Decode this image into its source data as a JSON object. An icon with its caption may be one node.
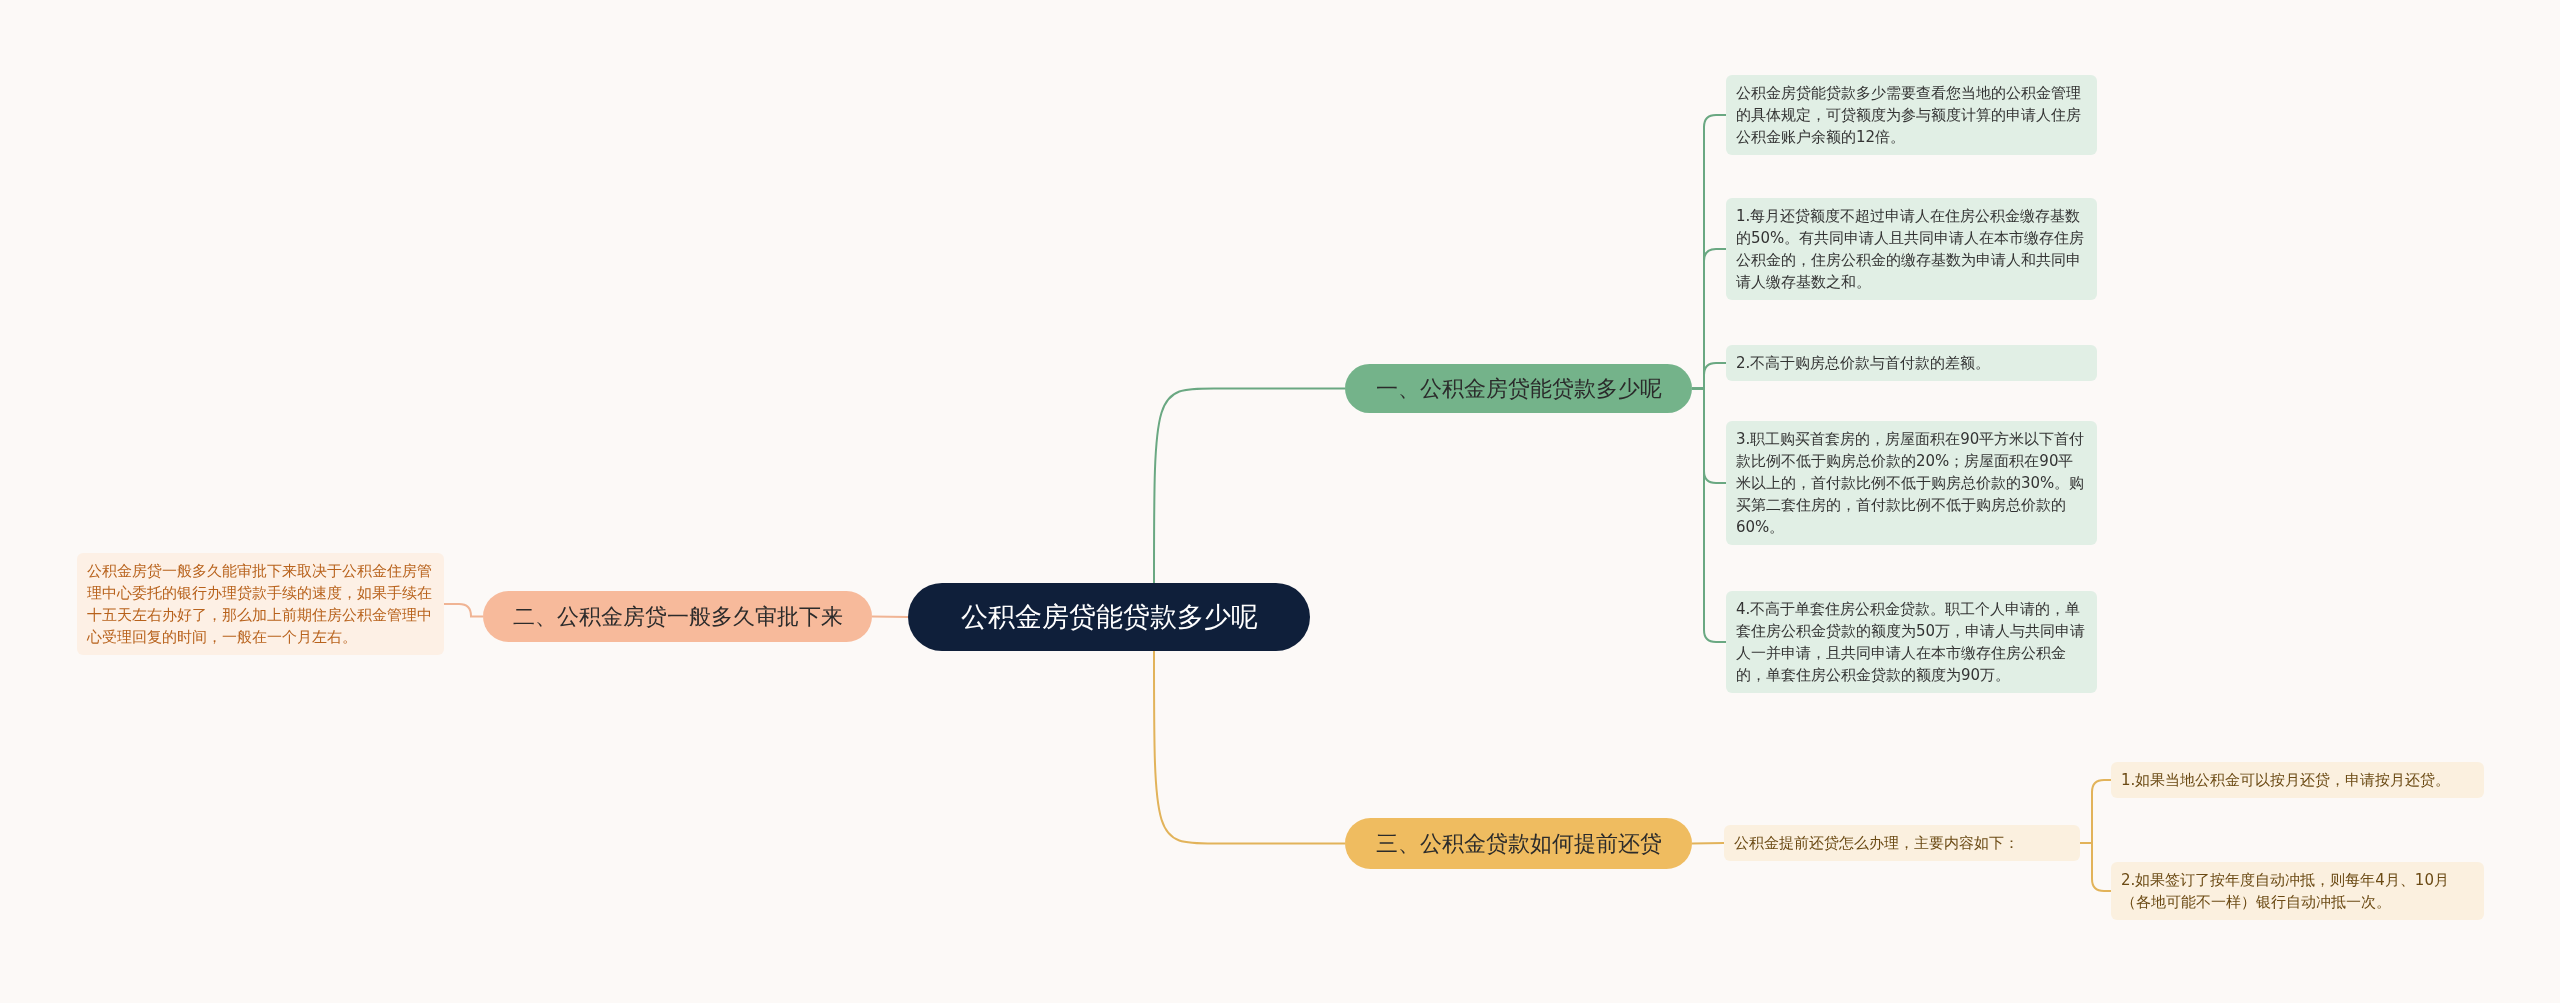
{
  "diagram": {
    "nodes": [
      {
        "text": [
          "公积金房贷能贷款多少呢"
        ]
      },
      {
        "text": [
          "一、公积金房贷能贷款多少呢"
        ]
      },
      {
        "text": [
          "公积金房贷能贷款多少需要查看您当地的公积金管理的具体规定，可贷额度为参与额度计算的申请人住房公积金账户余额的12倍。"
        ]
      },
      {
        "text": [
          "1.每月还贷额度不超过申请人在住房公积金缴存基数的50%。有共同申请人且共同申请人在本市缴存住房公积金的，住房公积金的缴存基数为申请人和共同申请人缴存基数之和。"
        ]
      },
      {
        "text": [
          "2.不高于购房总价款与首付款的差额。"
        ]
      },
      {
        "text": [
          "3.职工购买首套房的，房屋面积在90平方米以下首付款比例不低于购房总价款的20%；房屋面积在90平米以上的，首付款比例不低于购房总价款的30%。购买第二套住房的，首付款比例不低于购房总价款的60%。"
        ]
      },
      {
        "text": [
          "4.不高于单套住房公积金贷款。职工个人申请的，单套住房公积金贷款的额度为50万，申请人与共同申请人一并申请，且共同申请人在本市缴存住房公积金的，单套住房公积金贷款的额度为90万。"
        ]
      },
      {
        "text": [
          "二、公积金房贷一般多久审批下来"
        ]
      },
      {
        "text": [
          "公积金房贷一般多久能审批下来取决于公积金住房管理中心委托的银行办理贷款手续的速度，如果手续在十五天左右办好了，那么加上前期住房公积金管理中心受理回复的时间，一般在一个月左右。"
        ]
      },
      {
        "text": [
          "三、公积金贷款如何提前还贷"
        ]
      },
      {
        "text": [
          "公积金提前还贷怎么办理，主要内容如下："
        ]
      },
      {
        "text": [
          "1.如果当地公积金可以按月还贷，申请按月还贷。"
        ]
      },
      {
        "text": [
          "2.如果签订了按年度自动冲抵，则每年4月、10月（各地可能不一样）银行自动冲抵一次。"
        ]
      }
    ],
    "edges": [
      {
        "from": 0,
        "to": 1,
        "arrow": "none"
      },
      {
        "from": 1,
        "to": 2,
        "arrow": "none"
      },
      {
        "from": 1,
        "to": 3,
        "arrow": "none"
      },
      {
        "from": 1,
        "to": 4,
        "arrow": "none"
      },
      {
        "from": 1,
        "to": 5,
        "arrow": "none"
      },
      {
        "from": 1,
        "to": 6,
        "arrow": "none"
      },
      {
        "from": 0,
        "to": 7,
        "arrow": "none",
        "color": "#f0b494"
      },
      {
        "from": 7,
        "to": 8,
        "arrow": "none",
        "color": "#f0b494"
      },
      {
        "from": 0,
        "to": 9,
        "arrow": "none",
        "color": "#e2b35a"
      },
      {
        "from": 9,
        "to": 10,
        "arrow": "none",
        "color": "#e2b35a"
      },
      {
        "from": 10,
        "to": 11,
        "arrow": "none",
        "color": "#e2b35a"
      },
      {
        "from": 10,
        "to": 12,
        "arrow": "none",
        "color": "#e2b35a"
      }
    ]
  }
}
